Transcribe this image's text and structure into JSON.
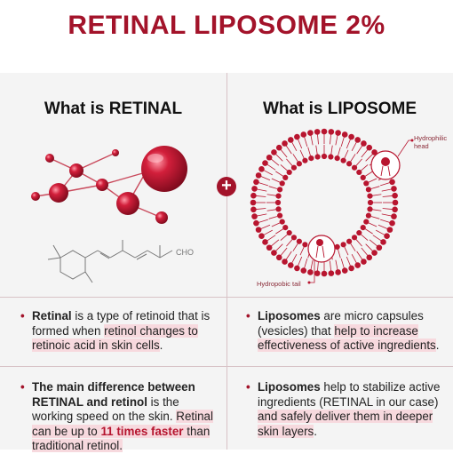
{
  "title": "RETINAL LIPOSOME 2%",
  "left": {
    "heading": "What is RETINAL",
    "formula_label": "CHO",
    "bullet1": {
      "term": "Retinal",
      "text_a": " is a type of retinoid that is formed when ",
      "highlight": "retinol changes to retinoic acid in skin cells",
      "text_b": "."
    },
    "bullet2": {
      "term": "The main difference between RETINAL and retinol",
      "text_a": " is the working speed  on the skin. ",
      "highlight_a": "Retinal can be up to ",
      "emph": "11 times faster",
      "highlight_b": " than traditional retinol."
    }
  },
  "right": {
    "heading": "What is LIPOSOME",
    "label_head": "Hydrophilic head",
    "label_tail": "Hydropobic tail",
    "bullet1": {
      "term": "Liposomes",
      "text_a": " are micro capsules (vesicles) that ",
      "highlight": "help to increase effectiveness of active ingredients",
      "text_b": "."
    },
    "bullet2": {
      "term": "Liposomes",
      "text_a": " help to stabilize active ingredients (RETINAL in our case) ",
      "highlight": "and safely deliver them in deeper skin layers",
      "text_b": "."
    }
  },
  "plus_symbol": "+",
  "colors": {
    "accent": "#a3132a",
    "highlight": "#f7d9de",
    "panel": "#f4f4f4"
  }
}
